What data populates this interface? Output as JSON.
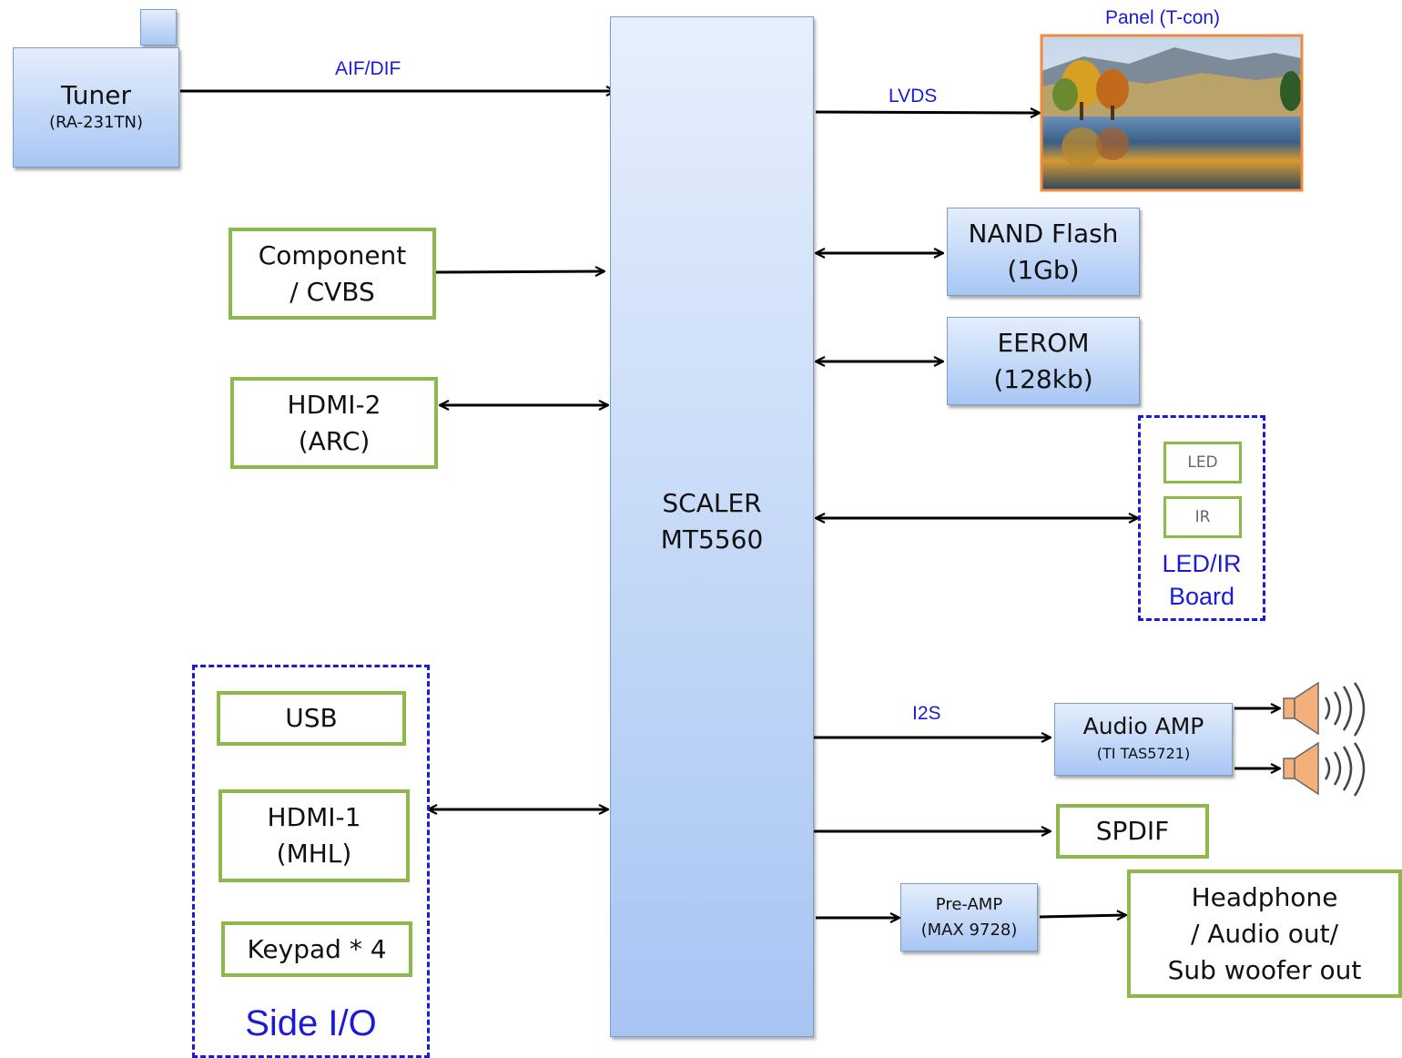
{
  "tuner": {
    "title": "Tuner",
    "model": "(RA-231TN)"
  },
  "scaler": {
    "line1": "SCALER",
    "line2": "MT5560"
  },
  "signals": {
    "aif_dif": "AIF/DIF",
    "lvds": "LVDS",
    "i2s": "I2S"
  },
  "panel": {
    "title": "Panel (T-con)"
  },
  "inputs": {
    "component": {
      "line1": "Component",
      "line2": "/ CVBS"
    },
    "hdmi2": {
      "line1": "HDMI-2",
      "line2": "(ARC)"
    }
  },
  "memory": {
    "nand": {
      "line1": "NAND Flash",
      "line2": "(1Gb)"
    },
    "eerom": {
      "line1": "EEROM",
      "line2": "(128kb)"
    }
  },
  "led_ir_board": {
    "led": "LED",
    "ir": "IR",
    "title_line1": "LED/IR",
    "title_line2": "Board"
  },
  "side_io": {
    "usb": "USB",
    "hdmi1_line1": "HDMI-1",
    "hdmi1_line2": "(MHL)",
    "keypad": "Keypad * 4",
    "title": "Side I/O"
  },
  "audio_amp": {
    "line1": "Audio  AMP",
    "line2": "(TI TAS5721)"
  },
  "spdif": "SPDIF",
  "preamp": {
    "line1": "Pre-AMP",
    "line2": "(MAX 9728)"
  },
  "headphone": {
    "line1": "Headphone",
    "line2": "/ Audio out/",
    "line3": "Sub woofer out"
  },
  "colors": {
    "block_blue": "#a8c6f4",
    "border_green": "#8db84a",
    "dash_blue": "#1a1ad8",
    "panel_border": "#ef8b3c"
  }
}
